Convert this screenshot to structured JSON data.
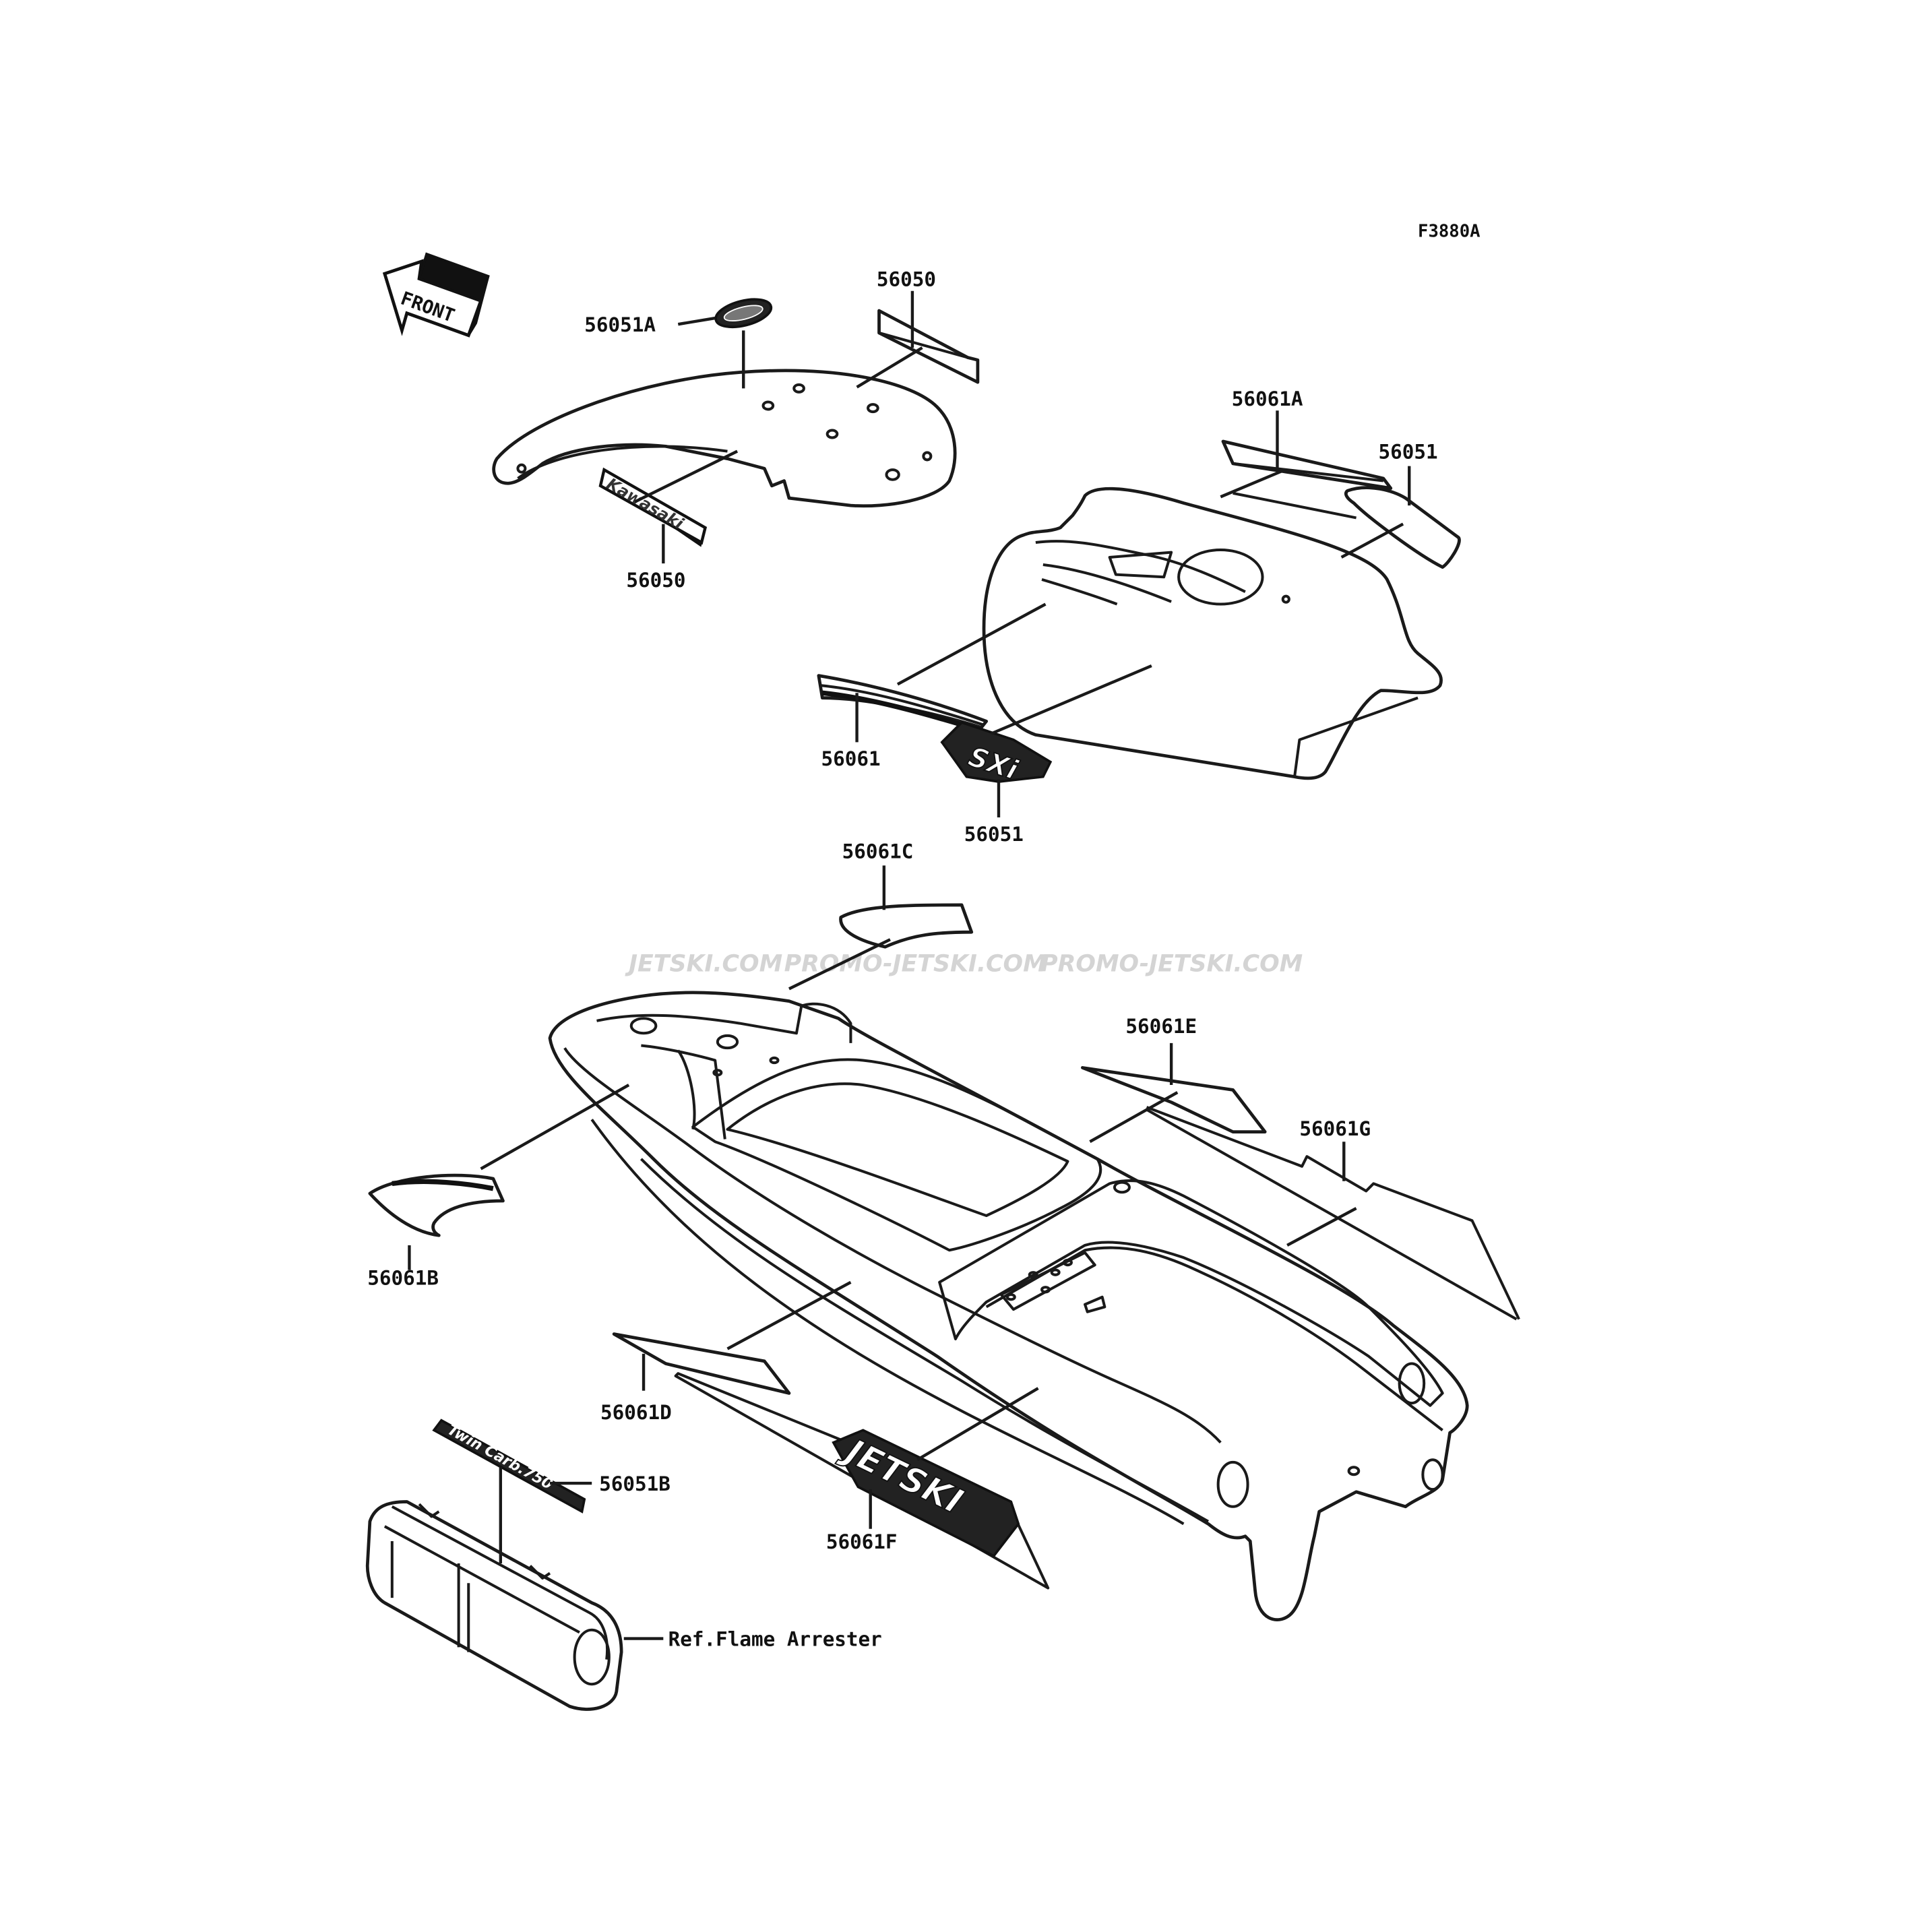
{
  "figure_code": "F3880A",
  "front_arrow_label": "FRONT",
  "watermark": [
    "JETSKI.COM",
    "PROMO-JETSKI.COM",
    "PROMO-JETSKI.COM"
  ],
  "decal_texts": {
    "kawasaki": "Kawasaki",
    "sxi": "SXi",
    "jetski": "JETSKI",
    "twin_carb": "Twin Carb.750"
  },
  "parts": [
    {
      "id": "56050",
      "label": "56050"
    },
    {
      "id": "56051A",
      "label": "56051A"
    },
    {
      "id": "56050-b",
      "label": "56050"
    },
    {
      "id": "56061A",
      "label": "56061A"
    },
    {
      "id": "56051",
      "label": "56051"
    },
    {
      "id": "56061",
      "label": "56061"
    },
    {
      "id": "56051-b",
      "label": "56051"
    },
    {
      "id": "56061C",
      "label": "56061C"
    },
    {
      "id": "56061E",
      "label": "56061E"
    },
    {
      "id": "56061G",
      "label": "56061G"
    },
    {
      "id": "56061B",
      "label": "56061B"
    },
    {
      "id": "56061D",
      "label": "56061D"
    },
    {
      "id": "56051B",
      "label": "56051B"
    },
    {
      "id": "56061F",
      "label": "56061F"
    }
  ],
  "reference_note": "Ref.Flame Arrester"
}
